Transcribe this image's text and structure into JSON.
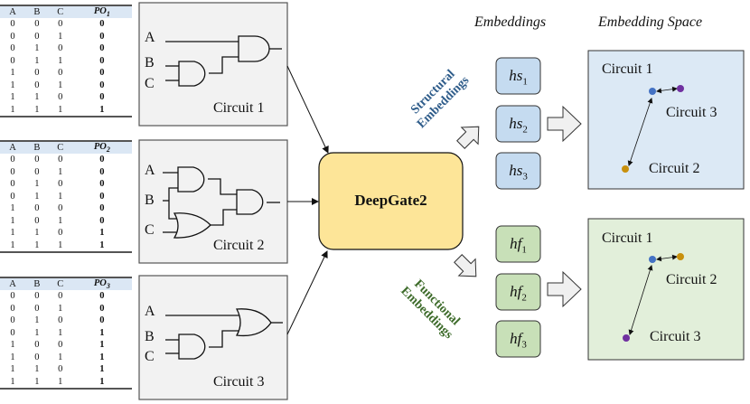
{
  "tables": [
    {
      "headers": [
        "A",
        "B",
        "C",
        "PO",
        "1"
      ],
      "rows": [
        [
          "0",
          "0",
          "0",
          "0"
        ],
        [
          "0",
          "0",
          "1",
          "0"
        ],
        [
          "0",
          "1",
          "0",
          "0"
        ],
        [
          "0",
          "1",
          "1",
          "0"
        ],
        [
          "1",
          "0",
          "0",
          "0"
        ],
        [
          "1",
          "0",
          "1",
          "0"
        ],
        [
          "1",
          "1",
          "0",
          "0"
        ],
        [
          "1",
          "1",
          "1",
          "1"
        ]
      ]
    },
    {
      "headers": [
        "A",
        "B",
        "C",
        "PO",
        "2"
      ],
      "rows": [
        [
          "0",
          "0",
          "0",
          "0"
        ],
        [
          "0",
          "0",
          "1",
          "0"
        ],
        [
          "0",
          "1",
          "0",
          "0"
        ],
        [
          "0",
          "1",
          "1",
          "0"
        ],
        [
          "1",
          "0",
          "0",
          "0"
        ],
        [
          "1",
          "0",
          "1",
          "0"
        ],
        [
          "1",
          "1",
          "0",
          "1"
        ],
        [
          "1",
          "1",
          "1",
          "1"
        ]
      ]
    },
    {
      "headers": [
        "A",
        "B",
        "C",
        "PO",
        "3"
      ],
      "rows": [
        [
          "0",
          "0",
          "0",
          "0"
        ],
        [
          "0",
          "0",
          "1",
          "0"
        ],
        [
          "0",
          "1",
          "0",
          "0"
        ],
        [
          "0",
          "1",
          "1",
          "1"
        ],
        [
          "1",
          "0",
          "0",
          "1"
        ],
        [
          "1",
          "0",
          "1",
          "1"
        ],
        [
          "1",
          "1",
          "0",
          "1"
        ],
        [
          "1",
          "1",
          "1",
          "1"
        ]
      ]
    }
  ],
  "circuits": [
    {
      "name": "Circuit 1",
      "inputs": [
        "A",
        "B",
        "C"
      ],
      "gates": [
        "AND(B,C)",
        "AND(A, .)"
      ]
    },
    {
      "name": "Circuit 2",
      "inputs": [
        "A",
        "B",
        "C"
      ],
      "gates": [
        "AND(A,B)",
        "OR(B,C)",
        "AND(.,.)"
      ]
    },
    {
      "name": "Circuit 3",
      "inputs": [
        "A",
        "B",
        "C"
      ],
      "gates": [
        "AND(B,C)",
        "OR(A, .)"
      ]
    }
  ],
  "model": {
    "name": "DeepGate2"
  },
  "headings": {
    "embeddings": "Embeddings",
    "space": "Embedding Space"
  },
  "branches": {
    "structural": {
      "line1": "Structural",
      "line2": "Embeddings",
      "color": "#2e5c8a",
      "items": [
        {
          "base": "hs",
          "sub": "1"
        },
        {
          "base": "hs",
          "sub": "2"
        },
        {
          "base": "hs",
          "sub": "3"
        }
      ],
      "space": {
        "labels": [
          "Circuit 1",
          "Circuit 3",
          "Circuit 2"
        ]
      }
    },
    "functional": {
      "line1": "Functional",
      "line2": "Embeddings",
      "color": "#3d6b2a",
      "items": [
        {
          "base": "hf",
          "sub": "1"
        },
        {
          "base": "hf",
          "sub": "2"
        },
        {
          "base": "hf",
          "sub": "3"
        }
      ],
      "space": {
        "labels": [
          "Circuit 1",
          "Circuit 2",
          "Circuit 3"
        ]
      }
    }
  },
  "colors": {
    "circuit1_dot": "#4472c4",
    "circuit2_dot": "#c8900c",
    "circuit3_dot": "#7030a0",
    "structural_box": "#c5dbf0",
    "functional_box": "#c8e0b8",
    "structural_space": "#dce9f5",
    "functional_space": "#e2efda",
    "model_box": "#fde598"
  }
}
